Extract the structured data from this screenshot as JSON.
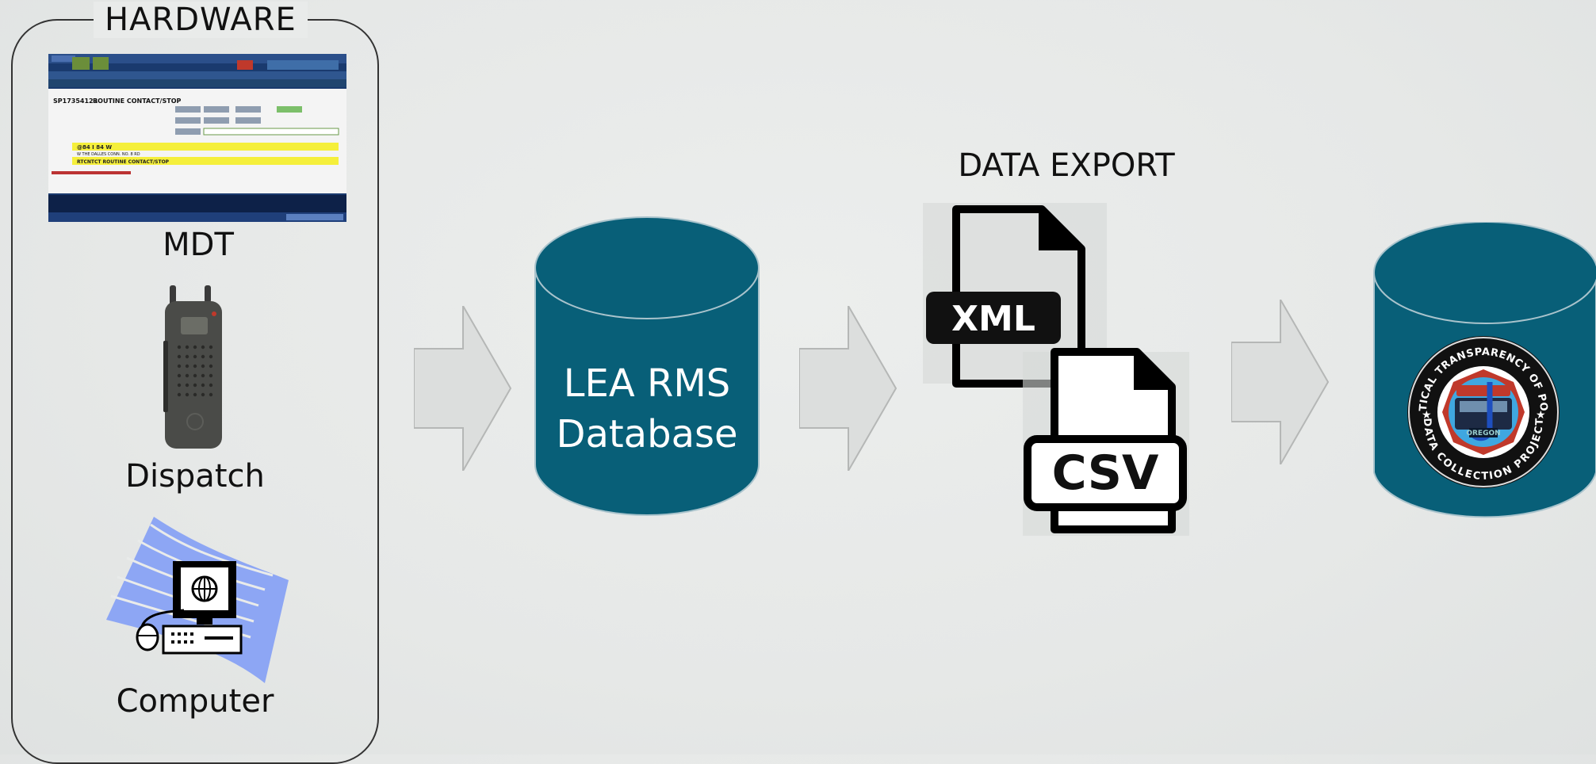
{
  "hardware": {
    "title": "HARDWARE",
    "items": [
      {
        "label": "MDT",
        "icon": "mdt-screenshot"
      },
      {
        "label": "Dispatch",
        "icon": "radio-icon"
      },
      {
        "label": "Computer",
        "icon": "computer-icon"
      }
    ]
  },
  "mdt_screen": {
    "incident": "SP17354123",
    "incident_type": "ROUTINE CONTACT/STOP",
    "address": "@84 I 84 W",
    "street": "W THE DALLES CONN. NO. 8 RD",
    "call_type": "RTCNTCT ROUTINE CONTACT/STOP"
  },
  "database": {
    "line1": "LEA RMS",
    "line2": "Database"
  },
  "export": {
    "title": "DATA EXPORT",
    "formats": [
      "XML",
      "CSV"
    ]
  },
  "stop": {
    "seal_ring_top": "STATISTICAL TRANSPARENCY OF POLICING",
    "seal_ring_bottom": "DATA COLLECTION PROJECT",
    "seal_center": "OREGON"
  },
  "colors": {
    "cylinder": "#085f78",
    "arrow": "#dcdedd",
    "arrow_stroke": "#b5b7b6"
  }
}
